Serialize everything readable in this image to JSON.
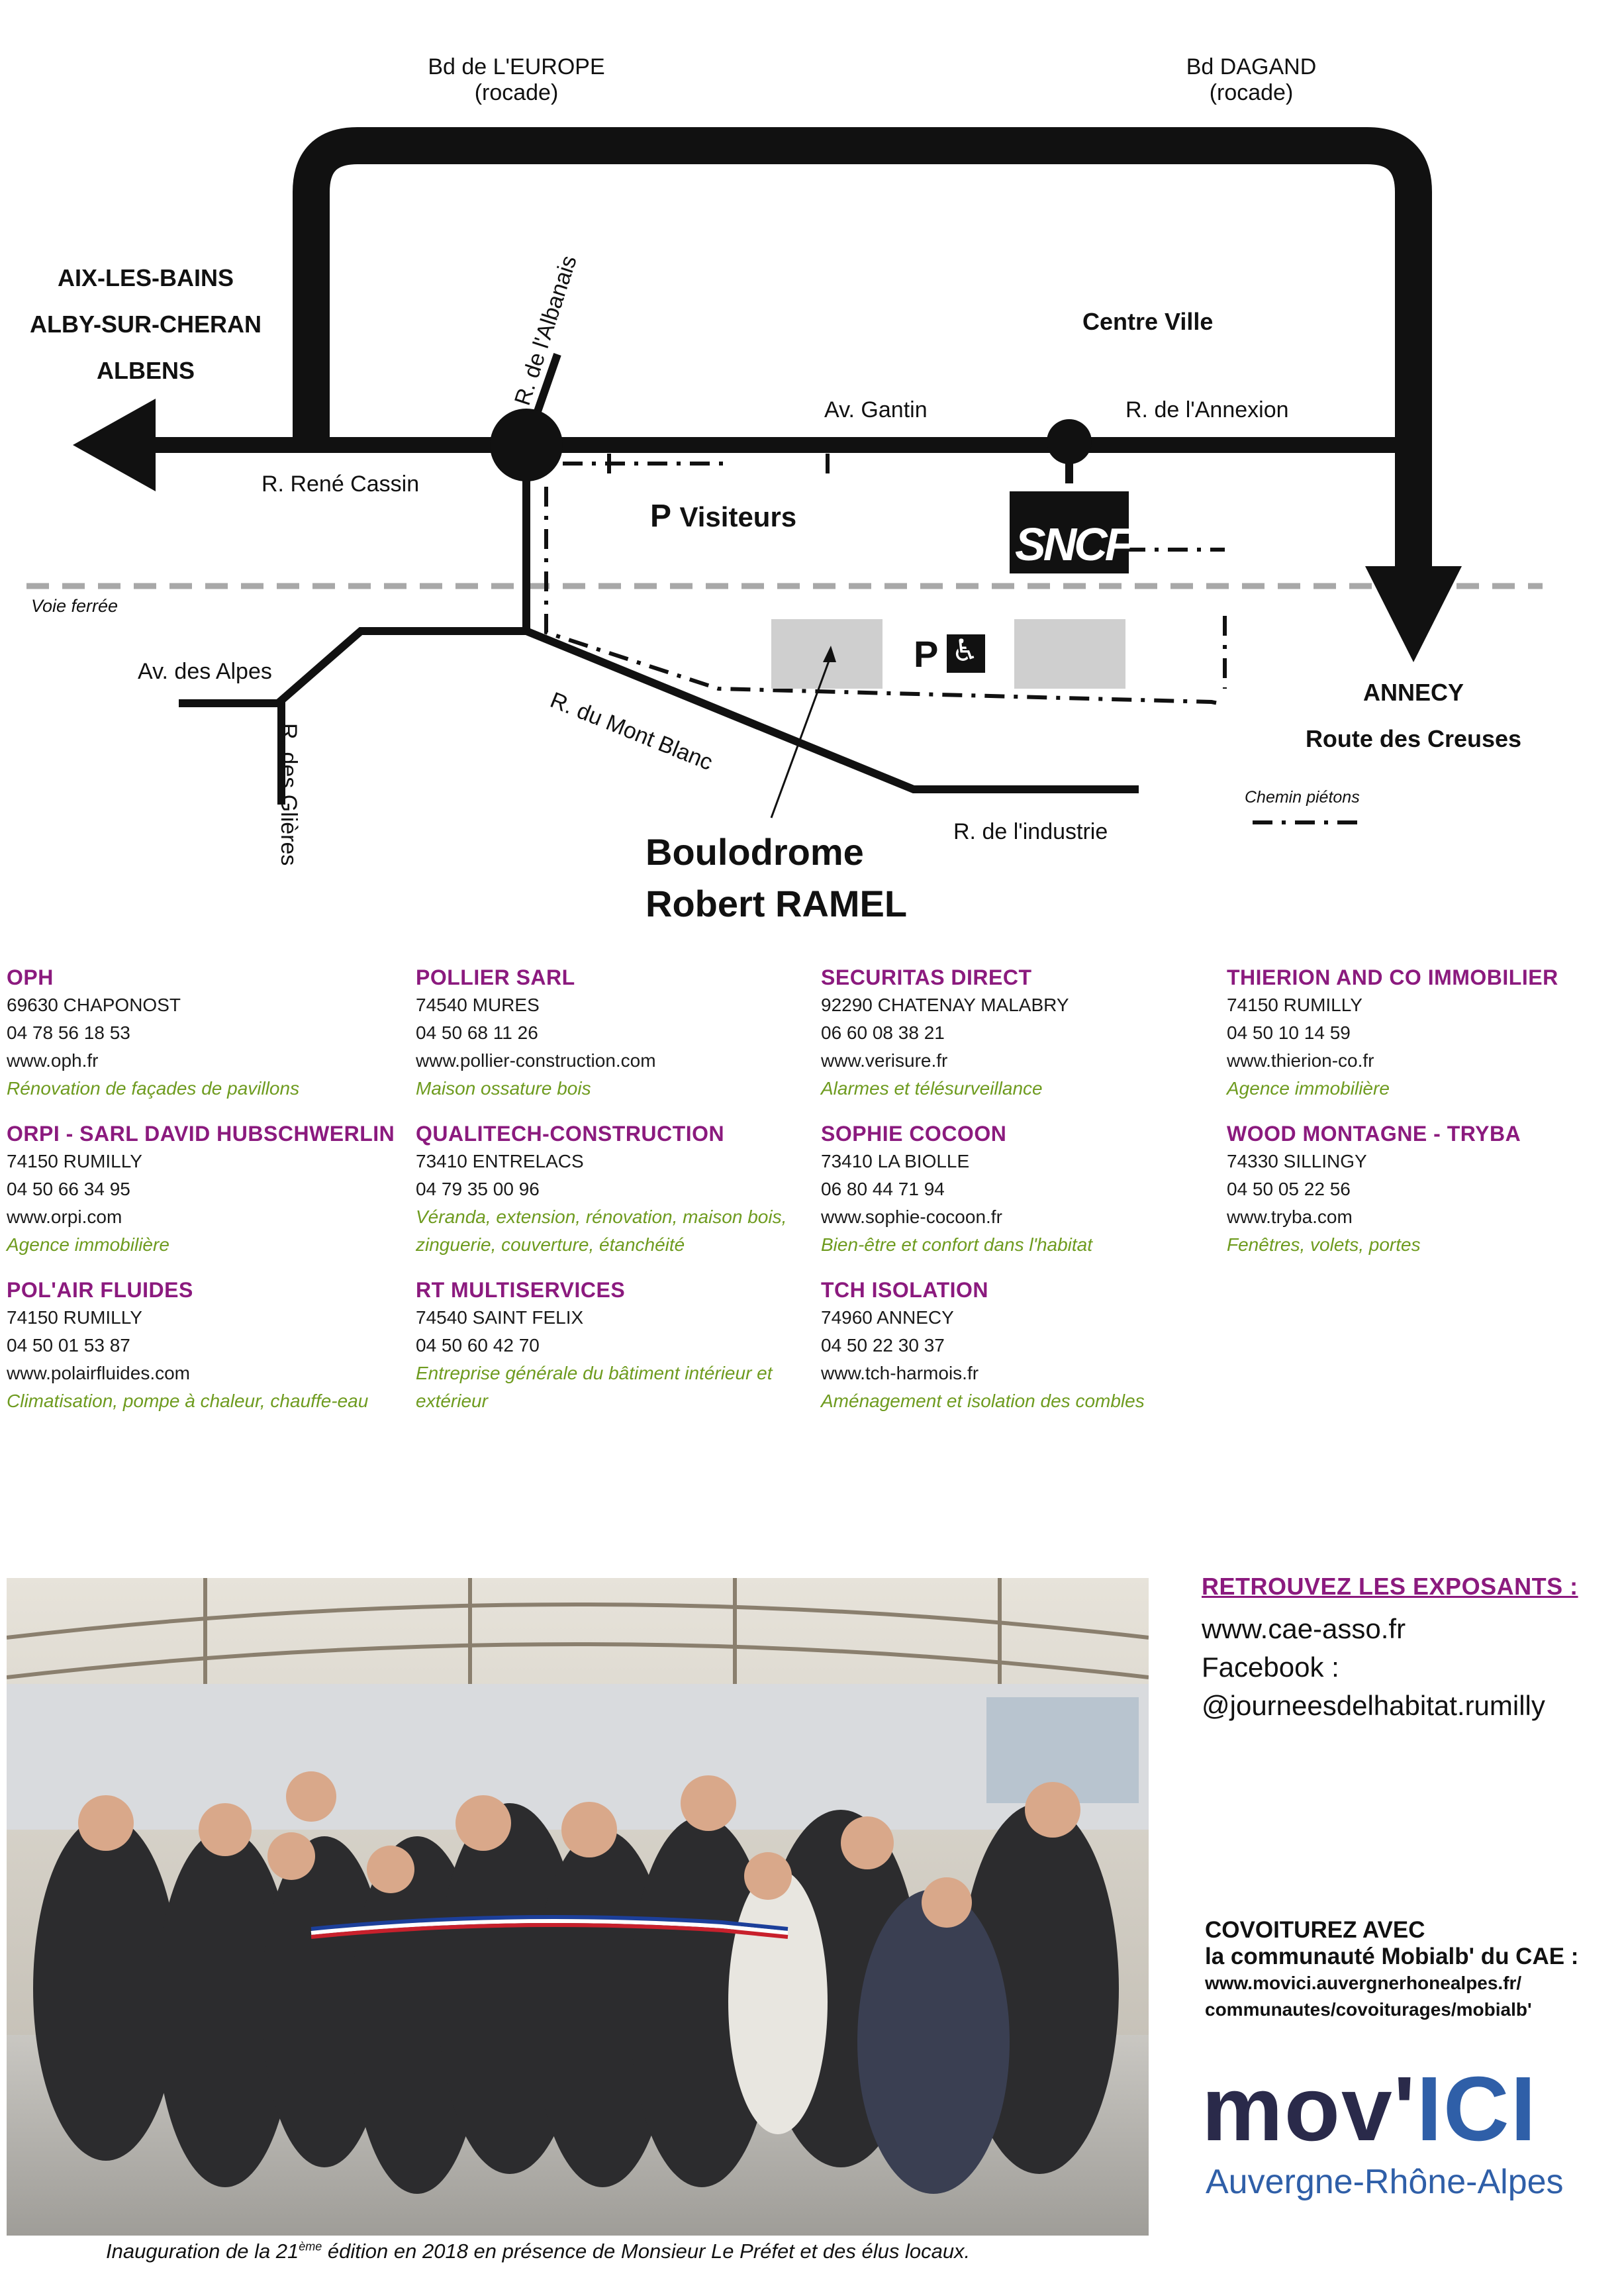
{
  "map": {
    "roads": {
      "bd_europe_line1": "Bd de L'EUROPE",
      "bd_europe_line2": "(rocade)",
      "bd_dagand_line1": "Bd DAGAND",
      "bd_dagand_line2": "(rocade)",
      "r_albanais": "R. de l'Albanais",
      "av_gantin": "Av. Gantin",
      "r_annexion": "R. de l'Annexion",
      "r_rene_cassin": "R. René Cassin",
      "voie_ferree": "Voie ferrée",
      "av_alpes": "Av. des Alpes",
      "r_glieres": "R. des Glières",
      "r_mont_blanc": "R. du Mont Blanc",
      "r_industrie": "R. de l'industrie"
    },
    "destinations": {
      "aix": "AIX-LES-BAINS",
      "alby": "ALBY-SUR-CHERAN",
      "albens": "ALBENS",
      "centre_ville": "Centre Ville",
      "annecy": "ANNECY",
      "route_creuses": "Route des Creuses"
    },
    "places": {
      "p_letter": "P",
      "p_visiteurs": "Visiteurs",
      "p_disabled": "P",
      "sncf": "SNCF",
      "boulodrome_line1": "Boulodrome",
      "boulodrome_line2": "Robert RAMEL"
    },
    "legend": {
      "chemin_pietons": "Chemin piétons"
    },
    "colors": {
      "road": "#111111",
      "railway": "#a8a8a8",
      "parking": "#cfcfcf"
    }
  },
  "exhibitors": {
    "columns": [
      [
        {
          "name": "OPH",
          "city": "69630 CHAPONOST",
          "phone": "04 78 56 18 53",
          "web": "www.oph.fr",
          "desc": "Rénovation de façades de pavillons"
        },
        {
          "name": "ORPI - SARL DAVID HUBSCHWERLIN",
          "city": "74150 RUMILLY",
          "phone": "04 50 66 34 95",
          "web": "www.orpi.com",
          "desc": "Agence immobilière"
        },
        {
          "name": "POL'AIR FLUIDES",
          "city": "74150 RUMILLY",
          "phone": "04 50 01 53 87",
          "web": "www.polairfluides.com",
          "desc": "Climatisation, pompe à chaleur, chauffe-eau"
        }
      ],
      [
        {
          "name": "POLLIER SARL",
          "city": "74540 MURES",
          "phone": "04 50 68 11 26",
          "web": "www.pollier-construction.com",
          "desc": "Maison ossature bois"
        },
        {
          "name": "QUALITECH-CONSTRUCTION",
          "city": "73410 ENTRELACS",
          "phone": "04 79 35 00 96",
          "web": "",
          "desc": "Véranda, extension, rénovation, maison bois, zinguerie, couverture, étanchéité"
        },
        {
          "name": "RT MULTISERVICES",
          "city": "74540 SAINT FELIX",
          "phone": "04 50 60 42 70",
          "web": "",
          "desc": "Entreprise générale du bâtiment intérieur et extérieur"
        }
      ],
      [
        {
          "name": "SECURITAS DIRECT",
          "city": "92290 CHATENAY MALABRY",
          "phone": "06 60 08 38 21",
          "web": "www.verisure.fr",
          "desc": "Alarmes et télésurveillance"
        },
        {
          "name": "SOPHIE COCOON",
          "city": "73410 LA BIOLLE",
          "phone": "06 80 44 71 94",
          "web": "www.sophie-cocoon.fr",
          "desc": "Bien-être et confort dans l'habitat"
        },
        {
          "name": "TCH ISOLATION",
          "city": "74960 ANNECY",
          "phone": "04 50 22 30 37",
          "web": "www.tch-harmois.fr",
          "desc": "Aménagement et isolation des combles"
        }
      ],
      [
        {
          "name": "THIERION AND CO IMMOBILIER",
          "city": "74150 RUMILLY",
          "phone": "04 50 10 14 59",
          "web": "www.thierion-co.fr",
          "desc": "Agence immobilière"
        },
        {
          "name": "WOOD MONTAGNE - TRYBA",
          "city": "74330 SILLINGY",
          "phone": "04 50 05 22 56",
          "web": "www.tryba.com",
          "desc": "Fenêtres, volets, portes"
        }
      ]
    ]
  },
  "photo": {
    "caption_pre": "Inauguration de la 21",
    "caption_sup": "ème",
    "caption_post": " édition en 2018 en présence de Monsieur Le Préfet et des élus locaux."
  },
  "info": {
    "heading": "RETROUVEZ LES EXPOSANTS :",
    "website": "www.cae-asso.fr",
    "facebook_label": "Facebook :",
    "facebook_handle": "@journeesdelhabitat.rumilly"
  },
  "covoiturage": {
    "line1": "COVOITUREZ AVEC",
    "line2": "la communauté Mobialb' du CAE :",
    "link1": "www.movici.auvergnerhonealpes.fr/",
    "link2": "communautes/covoiturages/mobialb'"
  },
  "logo": {
    "word_mov": "mov'",
    "word_ici": "ICI",
    "subtitle": "Auvergne-Rhône-Alpes"
  }
}
